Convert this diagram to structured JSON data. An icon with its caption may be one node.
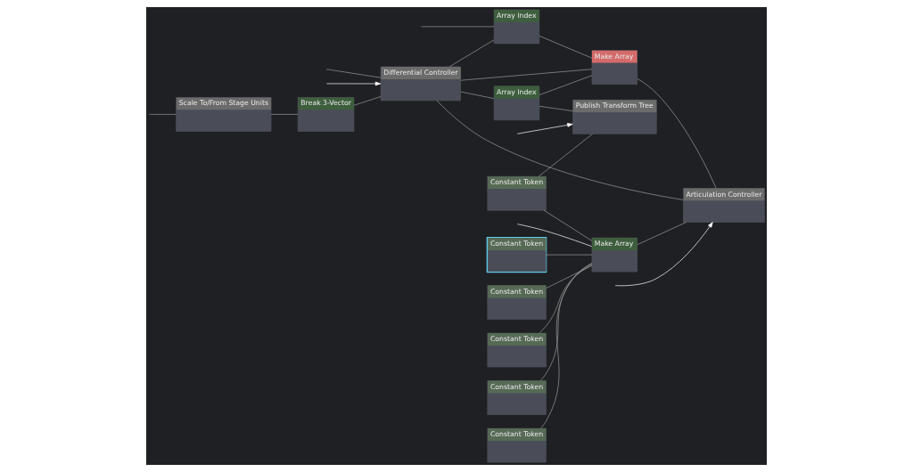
{
  "diagram": {
    "nodes": [
      {
        "text": [
          "Scale To/From Stage Units"
        ]
      },
      {
        "text": [
          "Break 3-Vector"
        ]
      },
      {
        "text": [
          "Differential Controller"
        ]
      },
      {
        "text": [
          "Array Index"
        ]
      },
      {
        "text": [
          "Array Index"
        ]
      },
      {
        "text": [
          "Make Array"
        ]
      },
      {
        "text": [
          "Constant Token"
        ]
      },
      {
        "text": [
          "Constant Token"
        ]
      },
      {
        "text": [
          "Constant Token"
        ]
      },
      {
        "text": [
          "Constant Token"
        ]
      },
      {
        "text": [
          "Constant Token"
        ]
      },
      {
        "text": [
          "Constant Token"
        ]
      },
      {
        "text": [
          "Make Array"
        ]
      },
      {
        "text": [
          "Articulation Controller"
        ]
      },
      {
        "text": [
          "Publish Transform Tree"
        ]
      }
    ],
    "edges": [
      {
        "from": null,
        "to": 0,
        "arrow": "none"
      },
      {
        "from": null,
        "to": 2,
        "arrow": "none"
      },
      {
        "from": null,
        "to": 2,
        "arrow": "to",
        "color": "#ffffff"
      },
      {
        "from": 0,
        "to": 1,
        "arrow": "none"
      },
      {
        "from": 1,
        "to": 2,
        "arrow": "none"
      },
      {
        "from": 2,
        "to": 3,
        "arrow": "none"
      },
      {
        "from": 2,
        "to": 4,
        "arrow": "none"
      },
      {
        "from": 2,
        "to": 5,
        "arrow": "none"
      },
      {
        "from": 2,
        "to": 13,
        "arrow": "none"
      },
      {
        "from": null,
        "to": 3,
        "arrow": "none"
      },
      {
        "from": 3,
        "to": 5,
        "arrow": "none"
      },
      {
        "from": 4,
        "to": 5,
        "arrow": "none"
      },
      {
        "from": 4,
        "to": 14,
        "arrow": "none"
      },
      {
        "from": 5,
        "to": 13,
        "arrow": "none"
      },
      {
        "from": null,
        "to": 13,
        "arrow": "to",
        "color": "#ffffff"
      },
      {
        "from": null,
        "to": 14,
        "arrow": "to",
        "color": "#ffffff"
      },
      {
        "from": null,
        "to": 12,
        "arrow": "none",
        "color": "#ffffff"
      },
      {
        "from": 6,
        "to": 12,
        "arrow": "none"
      },
      {
        "from": 7,
        "to": 12,
        "arrow": "none"
      },
      {
        "from": 8,
        "to": 12,
        "arrow": "none"
      },
      {
        "from": 8,
        "to": 14,
        "arrow": "none"
      },
      {
        "from": 9,
        "to": 12,
        "arrow": "none"
      },
      {
        "from": 10,
        "to": 12,
        "arrow": "none"
      },
      {
        "from": 11,
        "to": 12,
        "arrow": "none"
      },
      {
        "from": 12,
        "to": 13,
        "arrow": "none"
      }
    ]
  }
}
